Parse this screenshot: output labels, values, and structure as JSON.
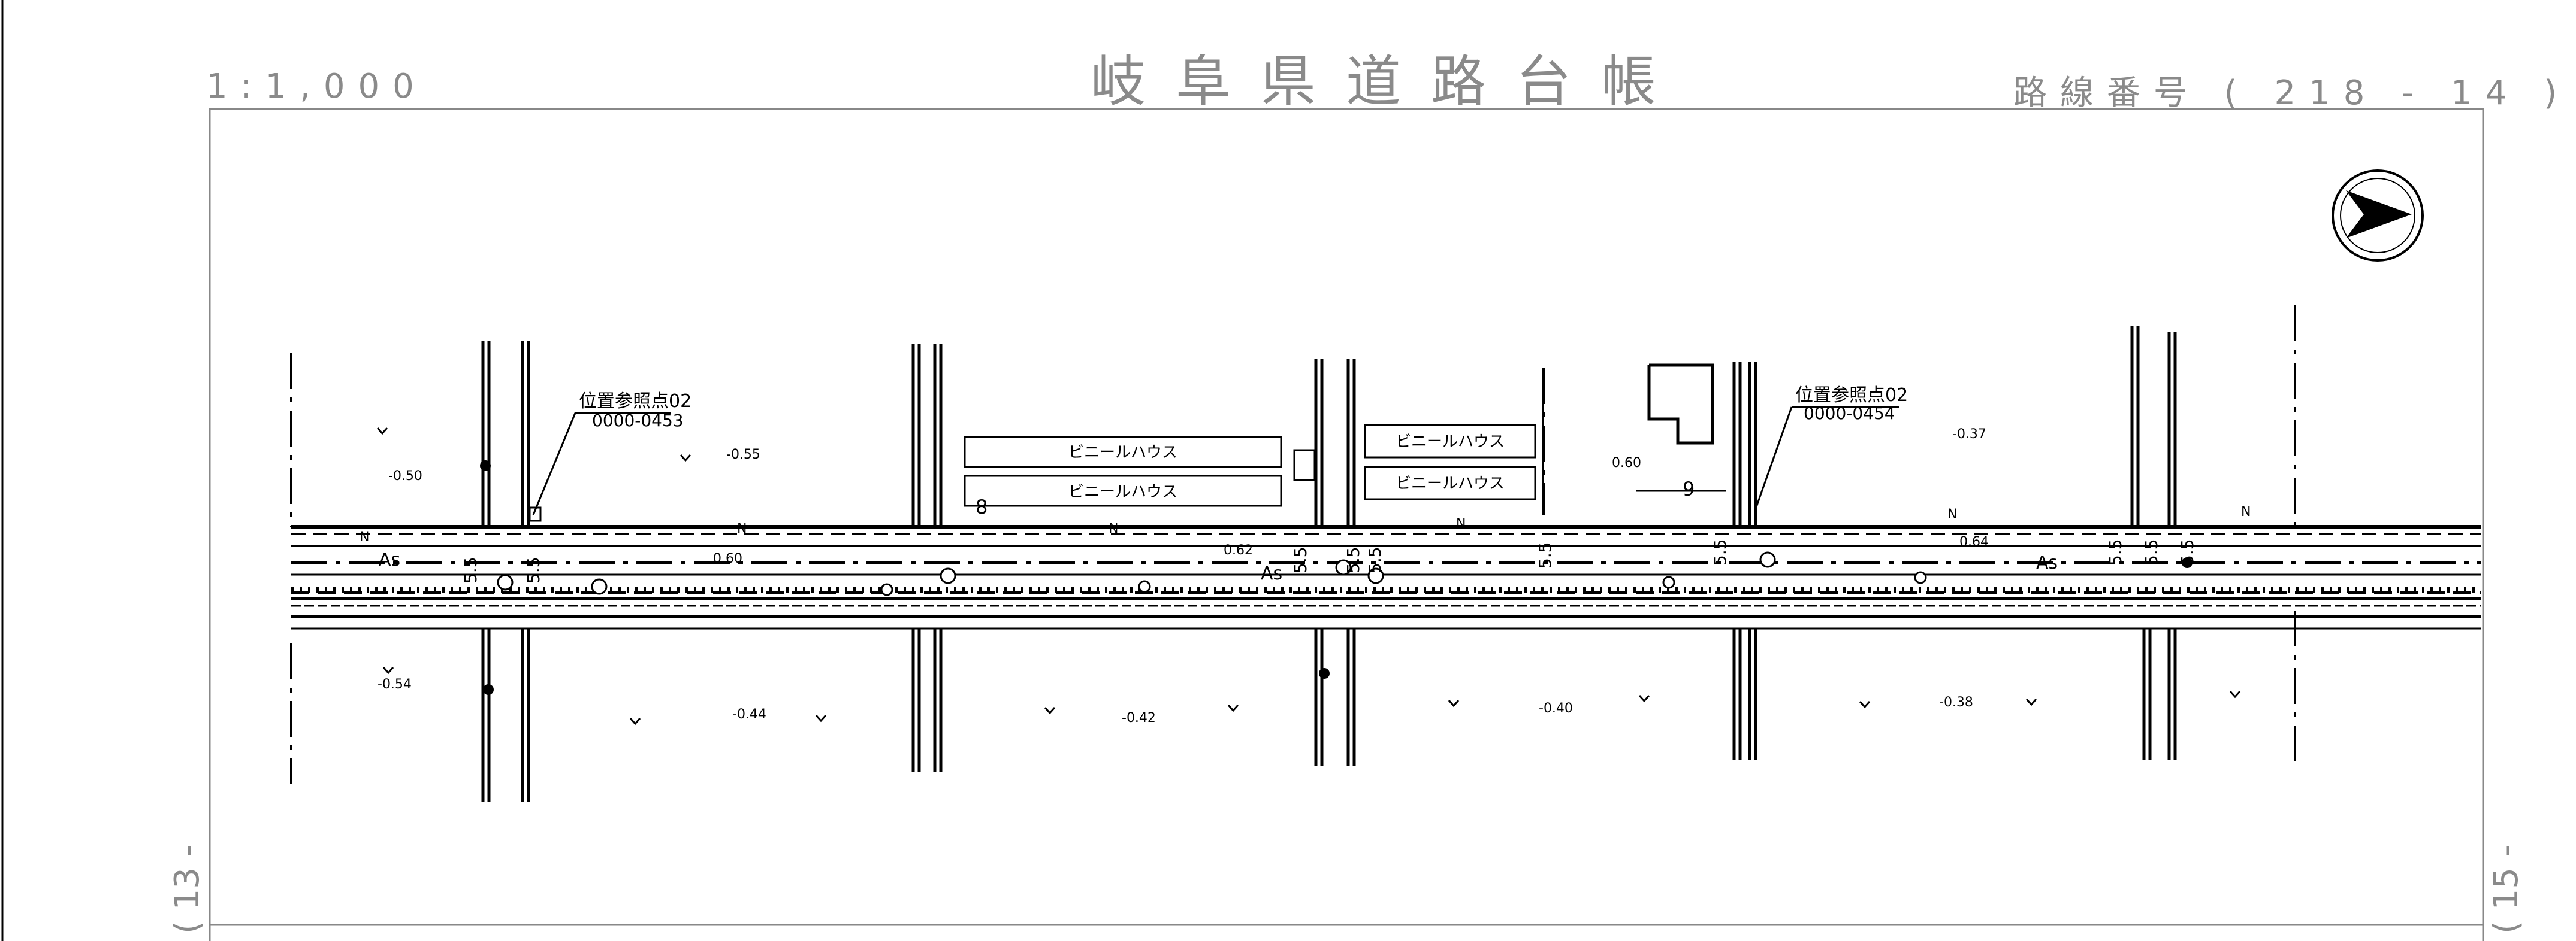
{
  "header": {
    "scale": "1:1,000",
    "title": "岐阜県道路台帳",
    "route_number": "路線番号 ( 218 - 14 )"
  },
  "page_refs": {
    "left": "( 13 -",
    "right": "( 15 -"
  },
  "reference_points": [
    {
      "label": "位置参照点02",
      "code": "0000-0453"
    },
    {
      "label": "位置参照点02",
      "code": "0000-0454"
    }
  ],
  "greenhouse_label": "ビニールハウス",
  "surface_labels": [
    "As",
    "As",
    "As"
  ],
  "widths": [
    "5.5",
    "5.5",
    "5.5",
    "5.5",
    "5.5",
    "5.5",
    "5.5",
    "5.5",
    "5.5",
    "5.5"
  ],
  "numbers": [
    "8",
    "9"
  ],
  "elevations_top": [
    "-0.50",
    "-0.55",
    "-0.37",
    "0.60"
  ],
  "elevations_road": [
    "0.60",
    "0.62",
    "0.64"
  ],
  "elevations_bottom": [
    "-0.54",
    "-0.44",
    "-0.42",
    "-0.40",
    "-0.38"
  ],
  "north_marks": [
    "N",
    "N",
    "N",
    "N",
    "N",
    "N"
  ],
  "icons": {
    "compass": "north-arrow-icon"
  }
}
